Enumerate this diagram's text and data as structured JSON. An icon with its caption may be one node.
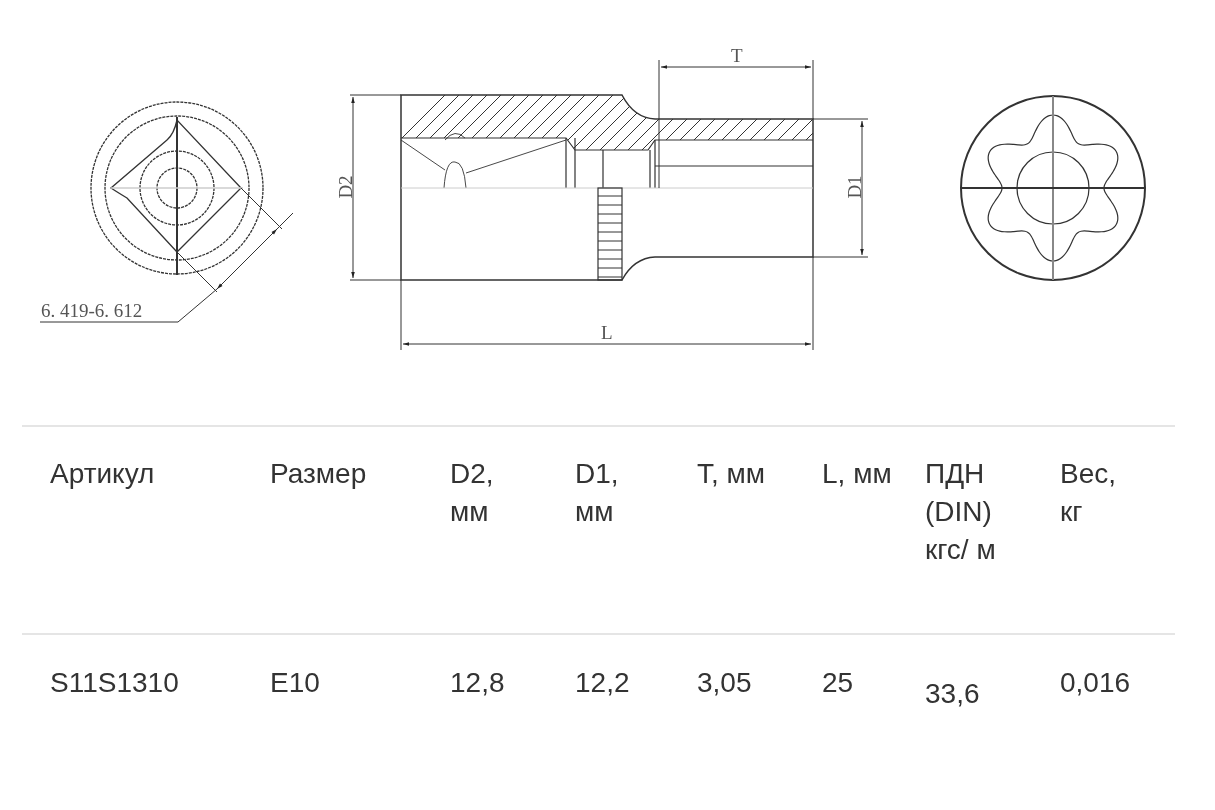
{
  "diagram": {
    "labels": [
      "6. 419-6. 612",
      "T",
      "D2",
      "D1",
      "L",
      "Артикул",
      "Размер",
      "D2, мм",
      "D1, мм",
      "T, мм",
      "L, мм",
      "ПДН (DIN) кгс/ м",
      "Вес, кг",
      "S11S1310",
      "E10",
      "12,8",
      "12,2",
      "3,05",
      "25",
      "33,6",
      "0,016"
    ]
  }
}
